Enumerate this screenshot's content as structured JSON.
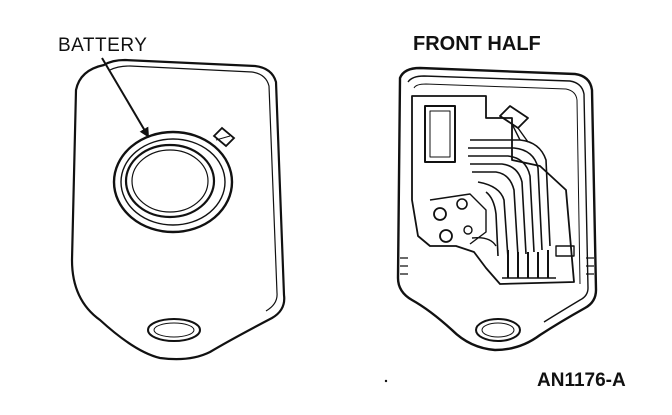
{
  "labels": {
    "battery": "BATTERY",
    "front_half": "FRONT HALF",
    "figure_ref": "AN1176-A"
  },
  "colors": {
    "ink": "#111111",
    "background": "#ffffff"
  }
}
